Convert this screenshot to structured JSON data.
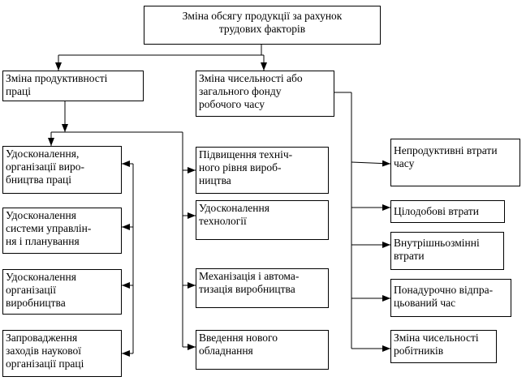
{
  "diagram": {
    "root": {
      "lines": [
        "Зміна обсягу продукції за рахунок",
        "трудових факторів"
      ]
    },
    "productivity": {
      "lines": [
        "Зміна продуктивності",
        "праці"
      ]
    },
    "headcount": {
      "lines": [
        "Зміна чисельності або",
        "загального фонду",
        "робочого часу"
      ]
    },
    "productivity_factors": [
      {
        "lines": [
          "Удосконалення,",
          "організації виро-",
          "бництва праці"
        ]
      },
      {
        "lines": [
          "Удосконалення",
          "системи управлін-",
          "ня і планування"
        ]
      },
      {
        "lines": [
          "Удосконалення",
          "організації",
          "виробництва"
        ]
      },
      {
        "lines": [
          "Запровадження",
          "заходів наукової",
          "організації праці"
        ]
      }
    ],
    "technical_factors": [
      {
        "lines": [
          "Підвищення техніч-",
          "ного рівня вироб-",
          "ництва"
        ]
      },
      {
        "lines": [
          "Удосконалення",
          "технології"
        ]
      },
      {
        "lines": [
          "Механізація і автома-",
          "тизація виробництва"
        ]
      },
      {
        "lines": [
          "Введення нового",
          "обладнання"
        ]
      }
    ],
    "time_losses": [
      {
        "lines": [
          "Непродуктивні втрати",
          "часу"
        ]
      },
      {
        "lines": [
          "Цілодобові втрати"
        ]
      },
      {
        "lines": [
          "Внутрішньозмінні",
          "втрати"
        ]
      },
      {
        "lines": [
          "Понадурочно відпра-",
          "цьований час"
        ]
      },
      {
        "lines": [
          "Зміна чисельності",
          "робітників"
        ]
      }
    ]
  }
}
